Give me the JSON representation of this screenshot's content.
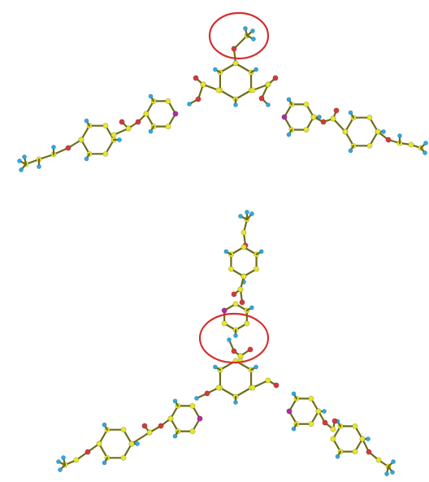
{
  "figure": {
    "panels": [
      {
        "id": "top-structure"
      },
      {
        "id": "bottom-structure"
      }
    ],
    "colors": {
      "background": "#ffffff",
      "carbon": "#e6e62e",
      "hydrogen": "#2fa8de",
      "oxygen": "#d13b3b",
      "nitrogen": "#b5289d",
      "bond_dark": "#6d6d1a",
      "highlight": "#d32f2f"
    },
    "icon_names": [
      "ball-and-stick-molecule",
      "highlight-circle"
    ]
  }
}
